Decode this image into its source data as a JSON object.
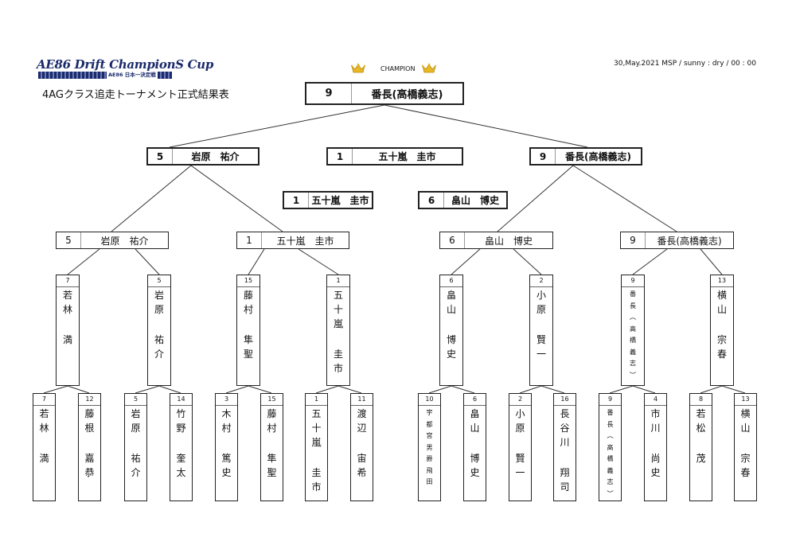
{
  "header": {
    "logo_text": "AE86 Drift ChampionS Cup",
    "logo_subtext": "AE86 日本一決定戦",
    "title": "4AGクラス追走トーナメント正式結果表",
    "meta": "30,May.2021 MSP / sunny : dry  / 00 : 00",
    "champion_label": "CHAMPION"
  },
  "champion": {
    "seed": "9",
    "name": "番長(高橋義志)"
  },
  "final": [
    {
      "seed": "5",
      "name": "岩原　祐介"
    },
    {
      "seed": "1",
      "name": "五十嵐　圭市"
    },
    {
      "seed": "9",
      "name": "番長(高橋義志)"
    }
  ],
  "semifinal_pair": [
    {
      "seed": "1",
      "name": "五十嵐　圭市"
    },
    {
      "seed": "6",
      "name": "畠山　博史"
    }
  ],
  "quarterfinal": [
    {
      "seed": "5",
      "name": "岩原　祐介"
    },
    {
      "seed": "1",
      "name": "五十嵐　圭市"
    },
    {
      "seed": "6",
      "name": "畠山　博史"
    },
    {
      "seed": "9",
      "name": "番長(高橋義志)"
    }
  ],
  "round_of_16": [
    {
      "seed": "7",
      "name": "若林　満"
    },
    {
      "seed": "5",
      "name": "岩原　祐介"
    },
    {
      "seed": "15",
      "name": "藤村　隼聖"
    },
    {
      "seed": "1",
      "name": "五十嵐　圭市"
    },
    {
      "seed": "6",
      "name": "畠山　博史"
    },
    {
      "seed": "2",
      "name": "小原　賢一"
    },
    {
      "seed": "9",
      "name": "番長(高橋義志)"
    },
    {
      "seed": "13",
      "name": "横山　宗春"
    }
  ],
  "round_of_32": [
    {
      "seed": "7",
      "name": "若林　満"
    },
    {
      "seed": "12",
      "name": "藤根　嘉恭"
    },
    {
      "seed": "5",
      "name": "岩原　祐介"
    },
    {
      "seed": "14",
      "name": "竹野　奎太"
    },
    {
      "seed": "3",
      "name": "木村　篤史"
    },
    {
      "seed": "15",
      "name": "藤村　隼聖"
    },
    {
      "seed": "1",
      "name": "五十嵐　圭市"
    },
    {
      "seed": "11",
      "name": "渡辺　宙希"
    },
    {
      "seed": "10",
      "name": "宇都宮男爵飛田"
    },
    {
      "seed": "6",
      "name": "畠山　博史"
    },
    {
      "seed": "2",
      "name": "小原　賢一"
    },
    {
      "seed": "16",
      "name": "長谷川　翔司"
    },
    {
      "seed": "9",
      "name": "番長(高橋義志)"
    },
    {
      "seed": "4",
      "name": "市川　尚史"
    },
    {
      "seed": "8",
      "name": "若松　茂"
    },
    {
      "seed": "13",
      "name": "横山　宗春"
    }
  ]
}
